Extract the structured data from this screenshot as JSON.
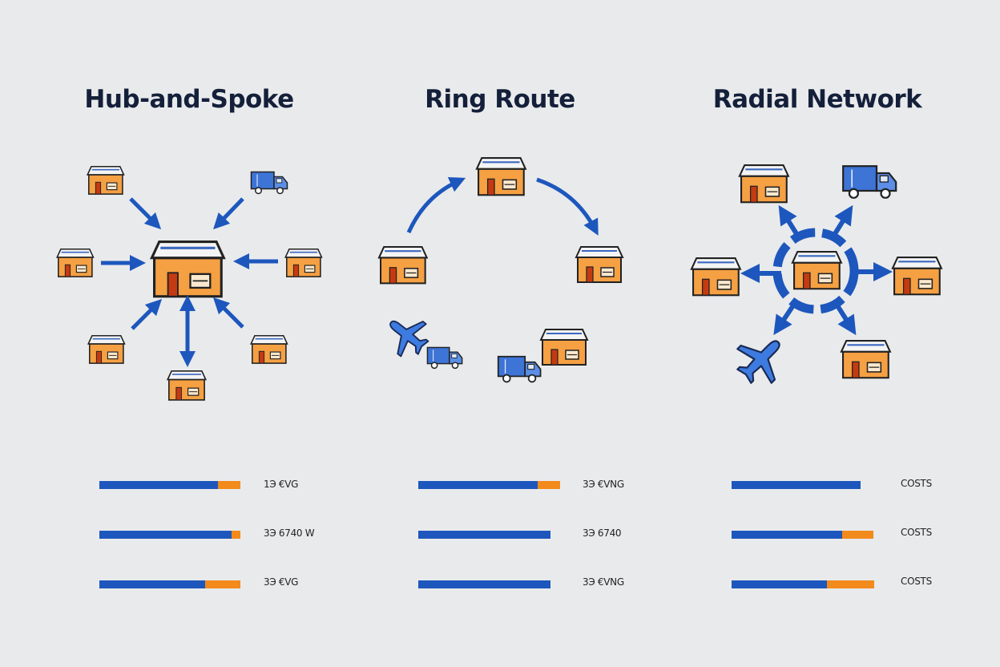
{
  "panels": [
    {
      "title": "Hub-and-Spoke",
      "bars": [
        {
          "label": "1Э €VG",
          "orange_fraction": 0.16
        },
        {
          "label": "3Э 6740 W",
          "orange_fraction": 0.06
        },
        {
          "label": "3Э €VG",
          "orange_fraction": 0.25
        }
      ]
    },
    {
      "title": "Ring Route",
      "bars": [
        {
          "label": "3Э €VNG",
          "orange_fraction": 0.16
        },
        {
          "label": "3Э 6740",
          "orange_fraction": 0.0
        },
        {
          "label": "3Э €VNG",
          "orange_fraction": 0.0
        }
      ]
    },
    {
      "title": "Radial Network",
      "bars": [
        {
          "label": "COSTS",
          "orange_fraction": 0.0
        },
        {
          "label": "COSTS",
          "orange_fraction": 0.22
        },
        {
          "label": "COSTS",
          "orange_fraction": 0.33
        }
      ]
    }
  ],
  "colors": {
    "background": "#e9eaec",
    "blue": "#1d57bd",
    "orange": "#f28a1c",
    "title": "#14203a"
  },
  "icons": [
    "warehouse-icon",
    "truck-icon",
    "airplane-icon",
    "arrow-icon"
  ]
}
